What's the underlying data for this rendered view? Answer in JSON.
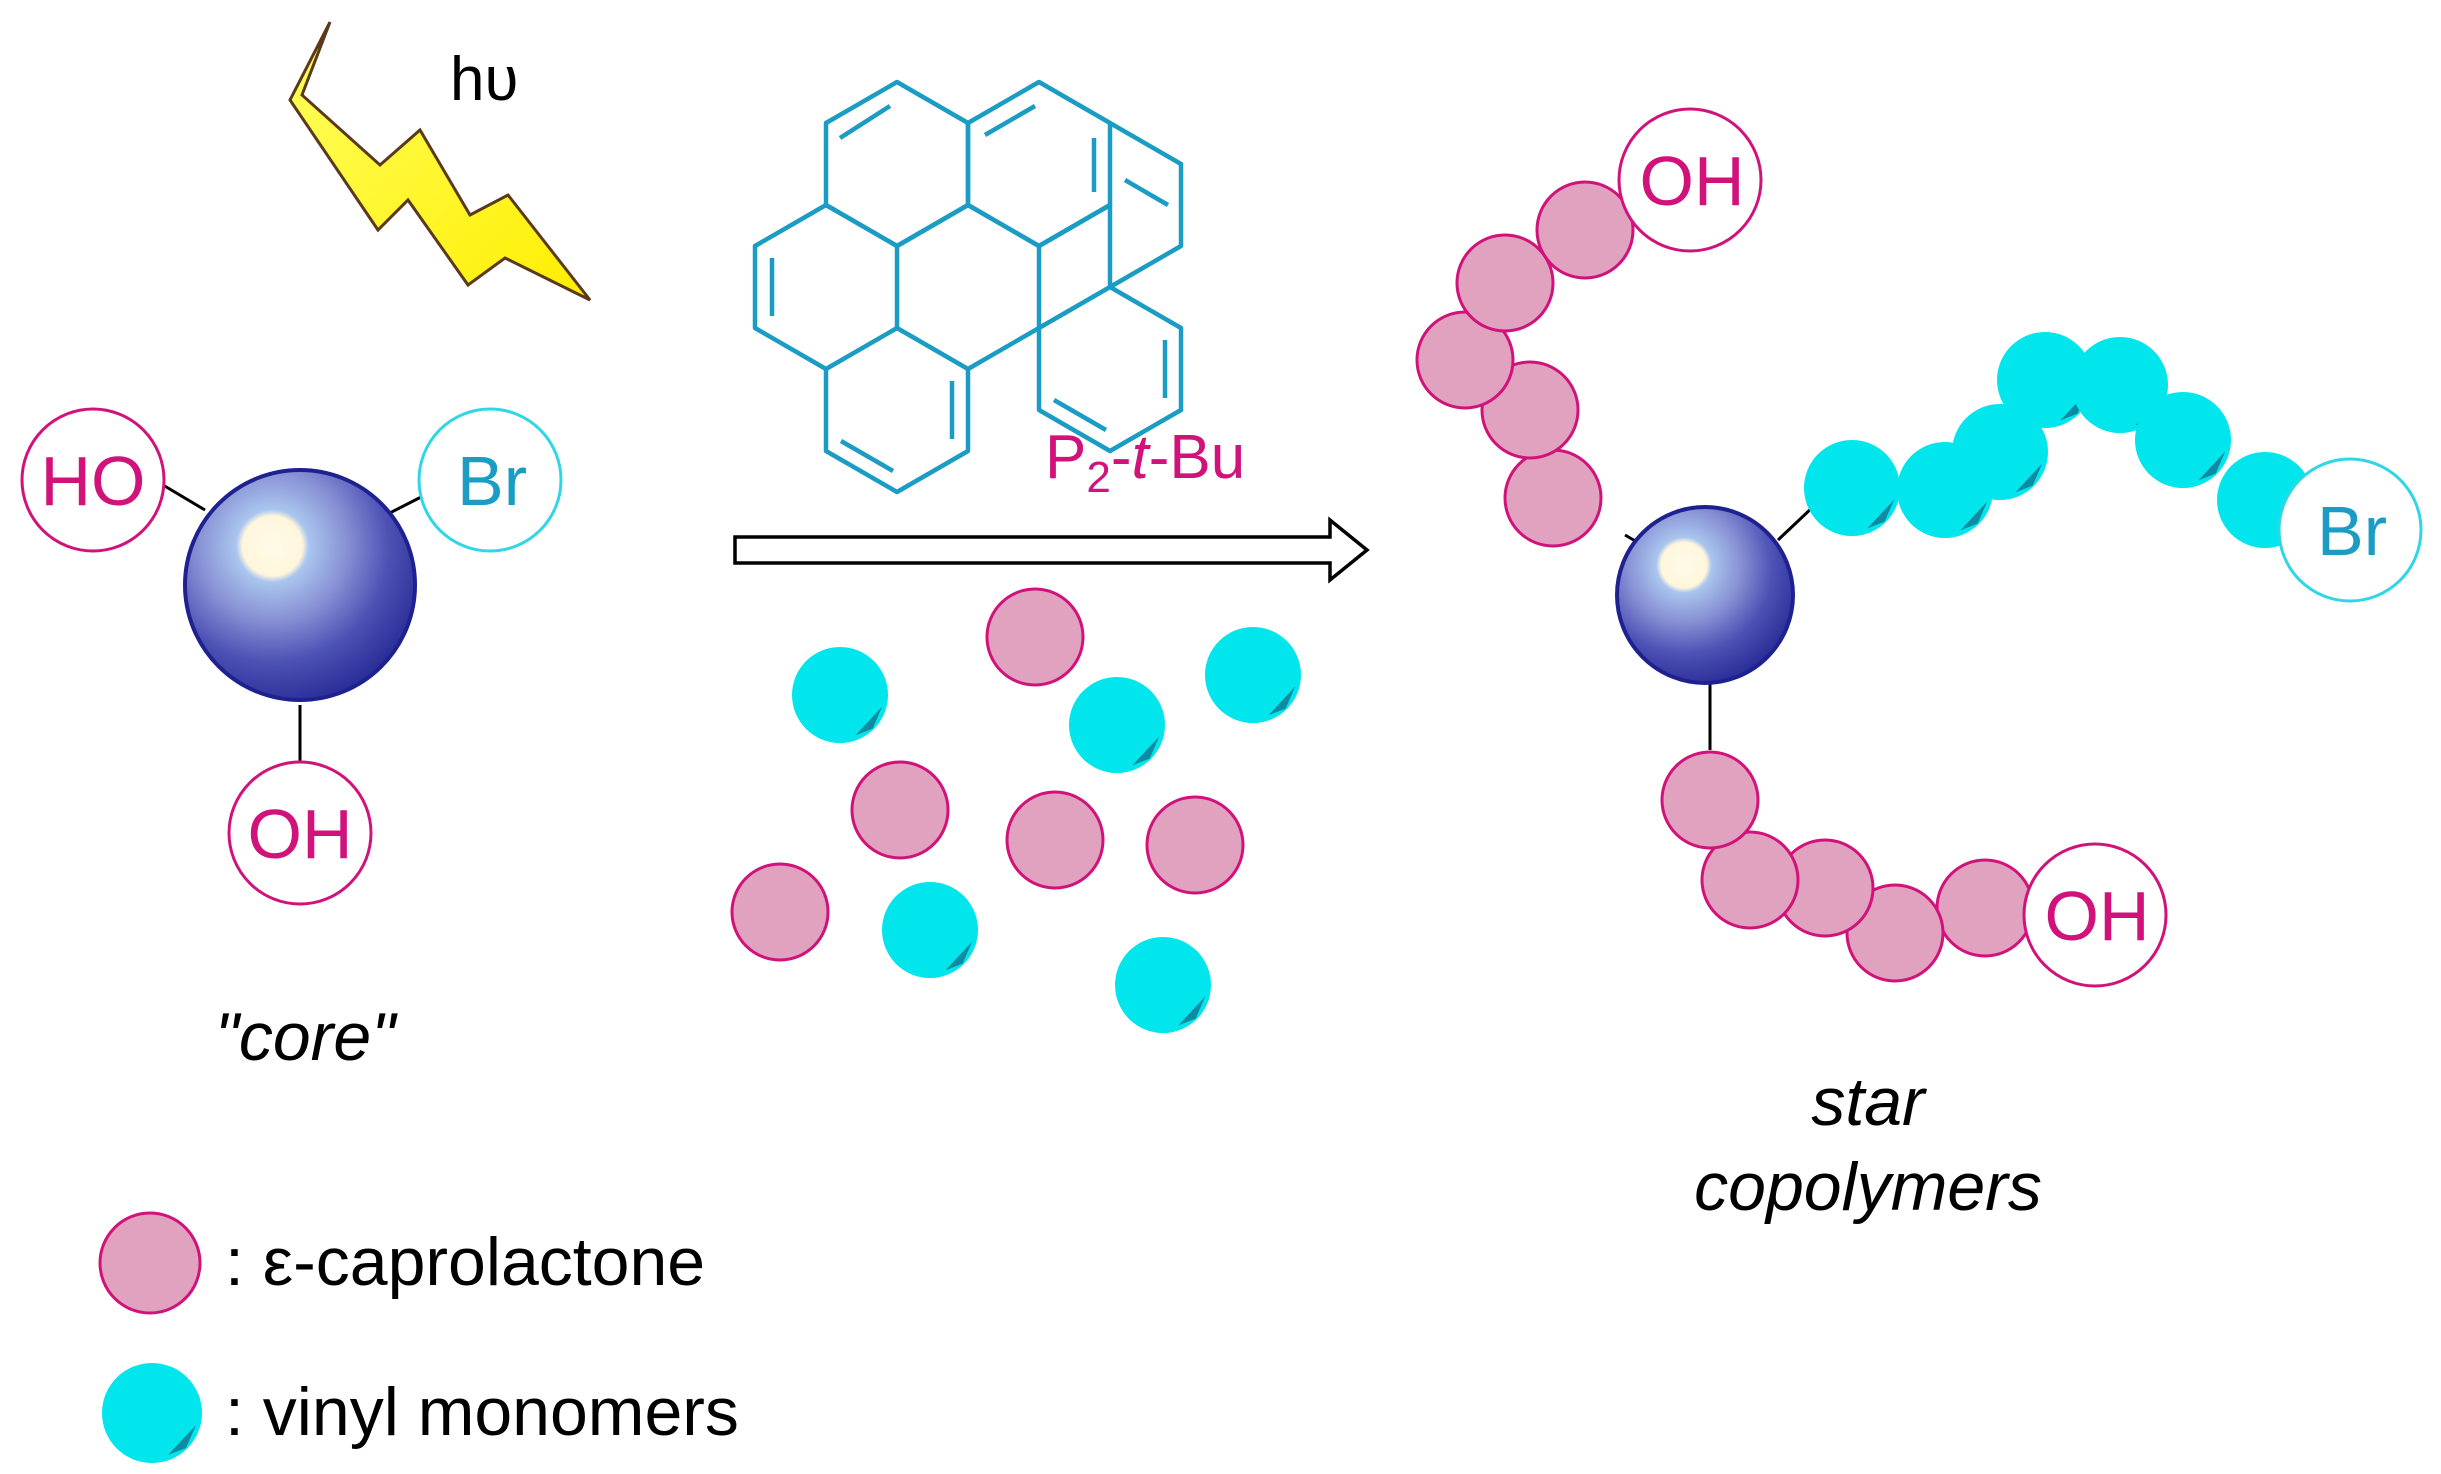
{
  "light": {
    "label": "hυ"
  },
  "core": {
    "groups": {
      "left": "HO",
      "right": "Br",
      "bottom": "OH"
    },
    "caption": "\"core\""
  },
  "reaction": {
    "catalyst": {
      "prefix": "P",
      "subscript": "2",
      "dash1": "-",
      "italic": "t",
      "suffix": "-Bu"
    }
  },
  "product": {
    "groups": {
      "top": "OH",
      "right": "Br",
      "bottom": "OH"
    },
    "caption_line1": "star",
    "caption_line2": "copolymers"
  },
  "legend": {
    "items": [
      {
        "label": ": ε-caprolactone",
        "color": "#e0a2bf"
      },
      {
        "label": ": vinyl monomers",
        "color": "#00e6ec"
      }
    ]
  },
  "colors": {
    "magenta": "#d1127b",
    "cyan": "#2fd6e6",
    "teal": "#1a9cc4",
    "pink": "#e0a2bf",
    "aqua": "#00e6ec",
    "bolt": "#ffff00",
    "core_dark": "#2b2f9e"
  }
}
